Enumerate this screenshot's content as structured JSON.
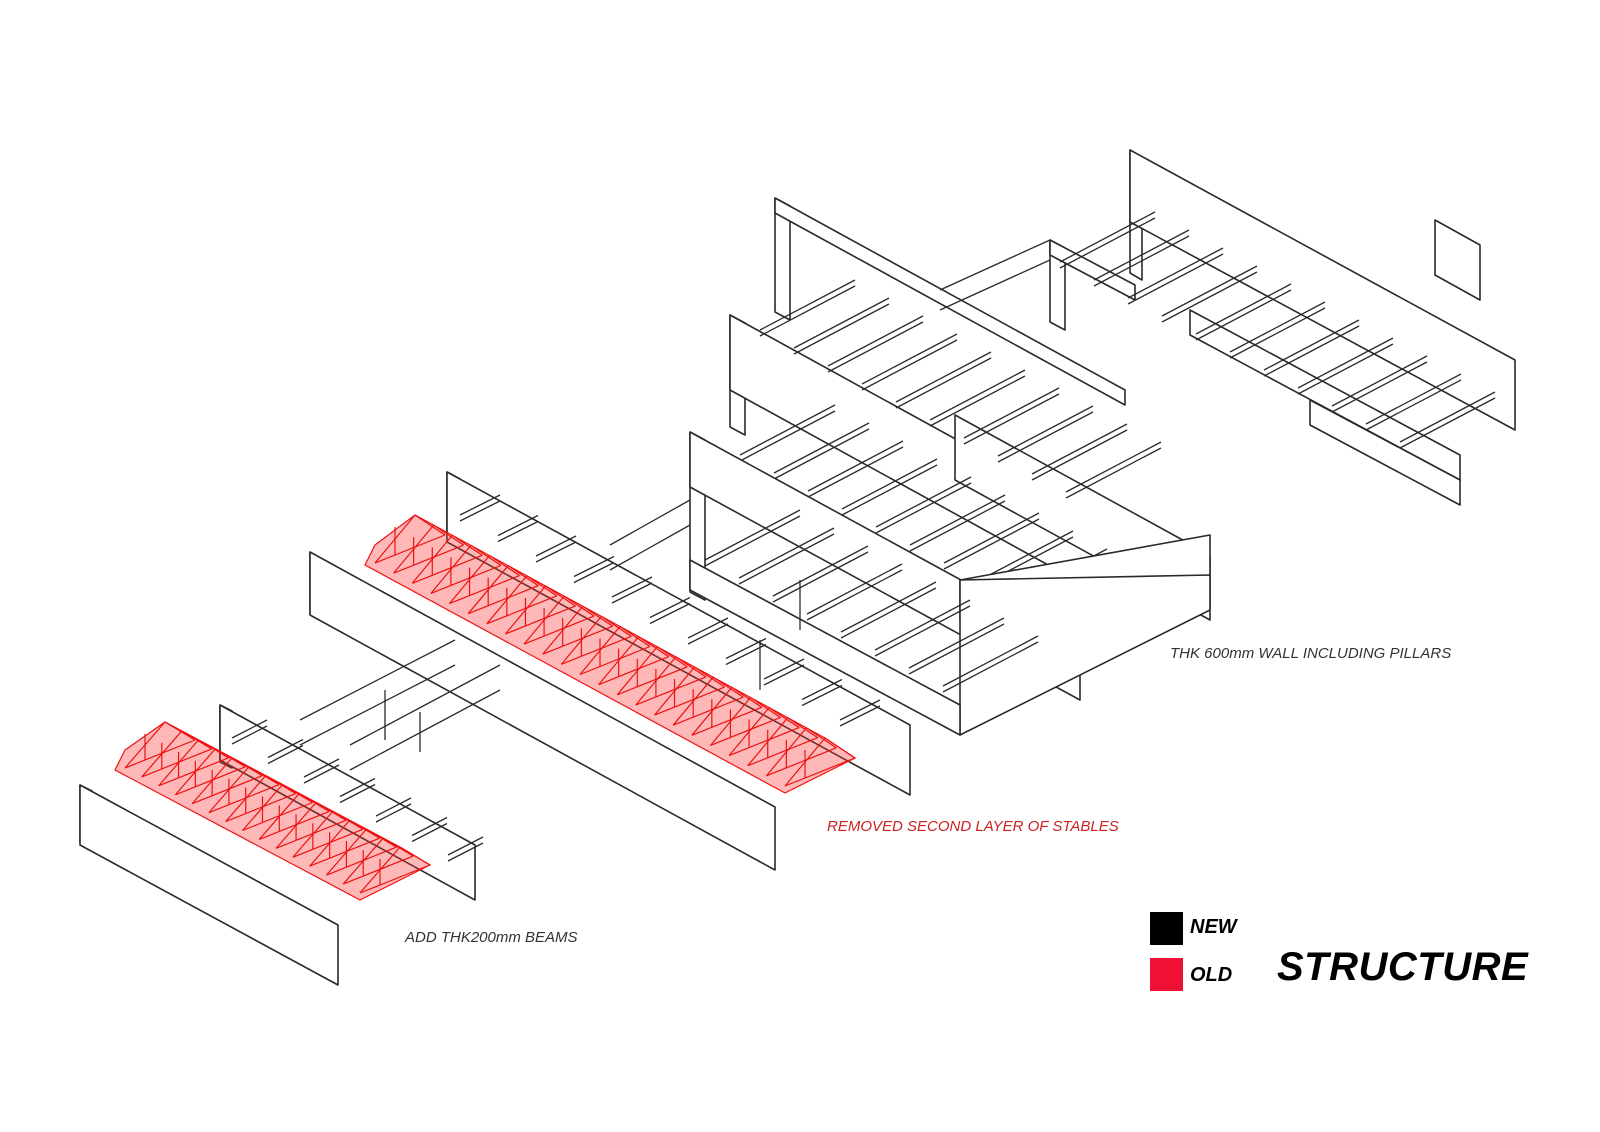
{
  "annotations": {
    "wall_note": "THK 600mm WALL INCLUDING PILLARS",
    "removed_note": "REMOVED SECOND LAYER OF STABLES",
    "beams_note": "ADD THK200mm BEAMS"
  },
  "legend": {
    "new_label": "NEW",
    "old_label": "OLD",
    "new_color": "#000000",
    "old_color": "#ee1133"
  },
  "title": "STRUCTURE",
  "colors": {
    "annotation_text": "#333333",
    "removed_text": "#cc2222",
    "old_structure": "#ee1111",
    "new_structure": "#2a2a2a"
  }
}
